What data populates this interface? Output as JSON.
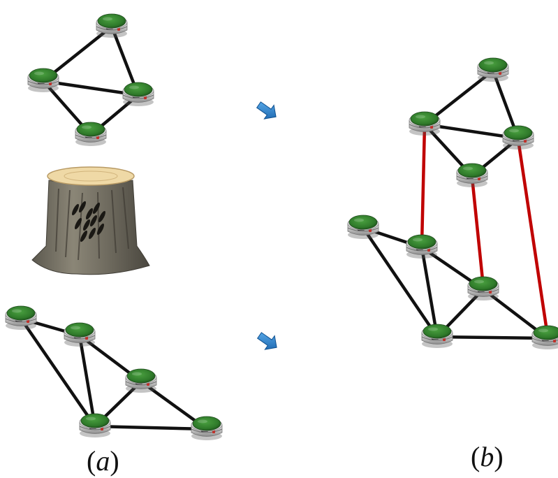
{
  "captions": {
    "a_open": "(",
    "a_letter": "a",
    "a_close": ")",
    "b_open": "(",
    "b_letter": "b",
    "b_close": ")"
  },
  "icons": {
    "robot": "robot-icon",
    "stump": "tree-stump-icon",
    "arrow": "arrow-icon"
  },
  "colors": {
    "robot_top": "#2f7a2a",
    "robot_body": "#c9c9c9",
    "link": "#111111",
    "inter_link": "#c00000",
    "arrow": "#1c7fd8",
    "stump_bark": "#6e6a5e",
    "stump_top": "#efd9a6"
  },
  "diagram": {
    "groups": [
      {
        "id": "a-top",
        "robots": 4,
        "links": [
          [
            0,
            1
          ],
          [
            0,
            2
          ],
          [
            1,
            2
          ],
          [
            1,
            3
          ],
          [
            2,
            3
          ]
        ]
      },
      {
        "id": "a-bottom",
        "robots": 5,
        "links": [
          [
            0,
            1
          ],
          [
            0,
            3
          ],
          [
            1,
            2
          ],
          [
            1,
            3
          ],
          [
            2,
            3
          ],
          [
            2,
            4
          ],
          [
            3,
            4
          ]
        ]
      },
      {
        "id": "b-top",
        "robots": 4,
        "links": [
          [
            0,
            1
          ],
          [
            0,
            2
          ],
          [
            1,
            2
          ],
          [
            1,
            3
          ],
          [
            2,
            3
          ]
        ]
      },
      {
        "id": "b-bottom",
        "robots": 5,
        "links": [
          [
            0,
            1
          ],
          [
            0,
            3
          ],
          [
            1,
            2
          ],
          [
            1,
            3
          ],
          [
            2,
            3
          ],
          [
            2,
            4
          ],
          [
            3,
            4
          ]
        ]
      }
    ],
    "inter_links": [
      [
        "b-top",
        1,
        "b-bottom",
        1
      ],
      [
        "b-top",
        3,
        "b-bottom",
        2
      ],
      [
        "b-top",
        2,
        "b-bottom",
        4
      ]
    ]
  }
}
